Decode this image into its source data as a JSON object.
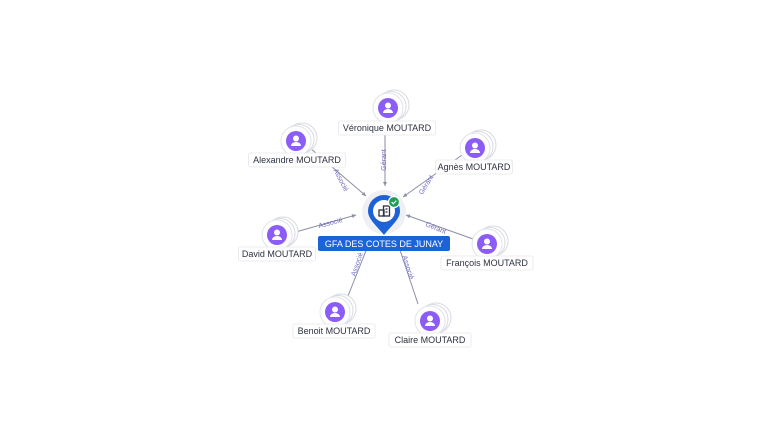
{
  "company": {
    "name": "GFA DES COTES DE JUNAY",
    "icon": "building-icon",
    "status_icon": "check-icon",
    "colors": {
      "pin": "#1d63d8",
      "status": "#1f9d55"
    }
  },
  "people": [
    {
      "id": "veronique",
      "name": "Véronique MOUTARD",
      "role": "Gérant"
    },
    {
      "id": "alexandre",
      "name": "Alexandre MOUTARD",
      "role": "Associé"
    },
    {
      "id": "agnes",
      "name": "Agnès MOUTARD",
      "role": "Gérant"
    },
    {
      "id": "david",
      "name": "David MOUTARD",
      "role": "Associé"
    },
    {
      "id": "francois",
      "name": "François MOUTARD",
      "role": "Gérant"
    },
    {
      "id": "benoit",
      "name": "Benoit MOUTARD",
      "role": "Associé"
    },
    {
      "id": "claire",
      "name": "Claire MOUTARD",
      "role": "Associé"
    }
  ],
  "colors": {
    "person_icon": "#8b5cf6",
    "edge": "#8a8fa3",
    "edge_label": "#6f6ac8"
  }
}
